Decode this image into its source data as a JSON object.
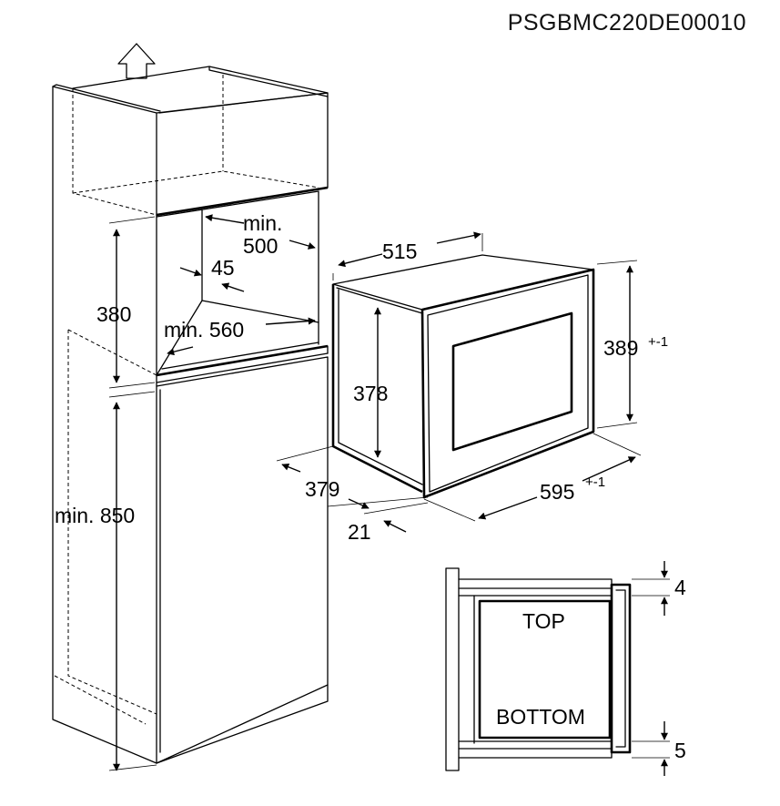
{
  "document_code": "PSGBMC220DE00010",
  "dimensions": {
    "niche_depth": "min.\n500",
    "front_offset": "45",
    "niche_height": "380",
    "niche_width": "min. 560",
    "cabinet_height": "min. 850",
    "oven_depth": "515",
    "oven_body_height": "378",
    "oven_front_height": "389",
    "oven_front_height_tolerance": "+-1",
    "oven_body_depth": "379",
    "front_thickness": "21",
    "oven_width": "595",
    "oven_width_tolerance": "+-1",
    "top_gap": "4",
    "bottom_gap": "5"
  },
  "labels": {
    "top": "TOP",
    "bottom": "BOTTOM"
  },
  "icons": {
    "ventilation": "arrow-up-icon"
  }
}
